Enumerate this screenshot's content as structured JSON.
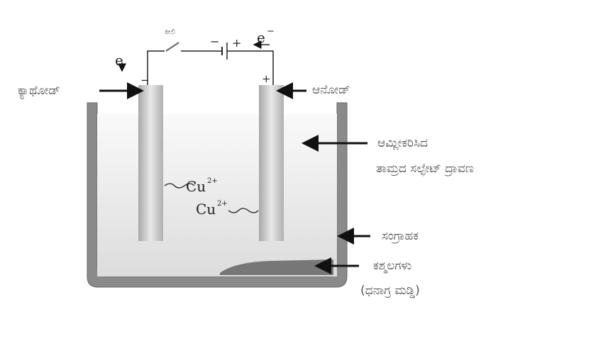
{
  "title": "Electrolytic refining of copper",
  "labels": {
    "cathode": "ಕ್ಯಾಥೋಡ್",
    "anode": "ಆನೋಡ್",
    "key": "ಕೀಲಿ",
    "solution_line1": "ಆಮ್ಲೀಕರಿಸಿದ",
    "solution_line2": "ತಾಮ್ರದ ಸಲ್ಫೇಟ್ ದ್ರಾವಣ",
    "collector": "ಸಂಗ್ರಾಹಕ",
    "impurities_line1": "ಕಶ್ಮಲಗಳು",
    "impurities_line2": "(ಧನಾಗ್ರ ಮಡ್ಡಿ)"
  },
  "symbols": {
    "electron_left": "e",
    "electron_right": "e",
    "electron_sup": "−",
    "minus": "−",
    "plus": "+",
    "cathode_sign": "−",
    "anode_sign": "+",
    "ion1": "Cu",
    "ion2": "Cu",
    "ion_charge": "2+"
  },
  "colors": {
    "tank": "#8a8a8a",
    "solution": "#ececec",
    "electrode": "#c8c8c8",
    "sludge": "#7a7a7a"
  }
}
